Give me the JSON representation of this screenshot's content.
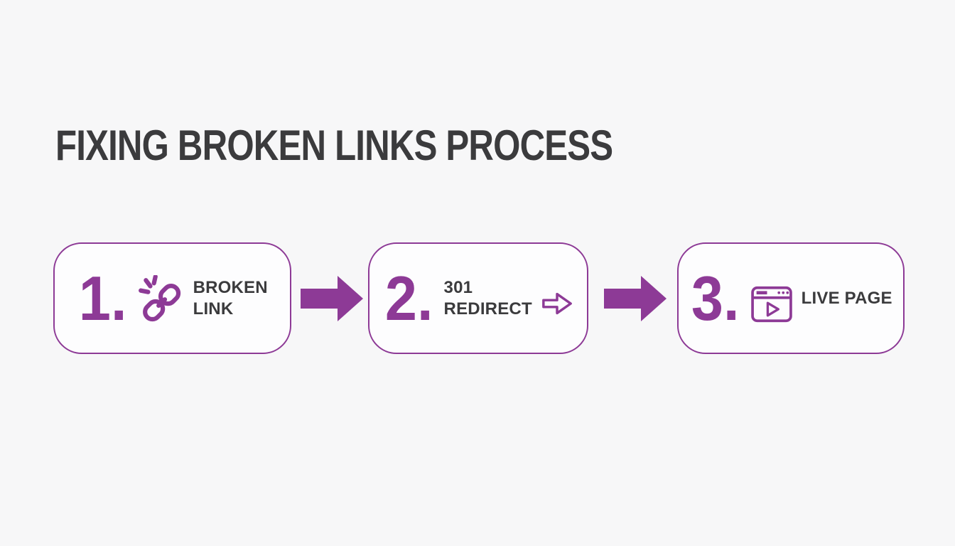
{
  "title": "FIXING BROKEN LINKS PROCESS",
  "theme": {
    "accent_purple": "#8d3a96",
    "text_dark": "#3b3b3d",
    "background": "#f7f7f8",
    "box_background": "#fdfdfe"
  },
  "steps": [
    {
      "number": "1.",
      "lines": [
        "BROKEN",
        "LINK"
      ],
      "icon": "broken-link-icon"
    },
    {
      "number": "2.",
      "lines": [
        "301",
        "REDIRECT"
      ],
      "icon": "redirect-outline-arrow-icon"
    },
    {
      "number": "3.",
      "lines": [
        "LIVE PAGE"
      ],
      "icon": "browser-play-icon"
    }
  ],
  "connectors": [
    {
      "icon": "solid-arrow-right-icon"
    },
    {
      "icon": "solid-arrow-right-icon"
    }
  ]
}
